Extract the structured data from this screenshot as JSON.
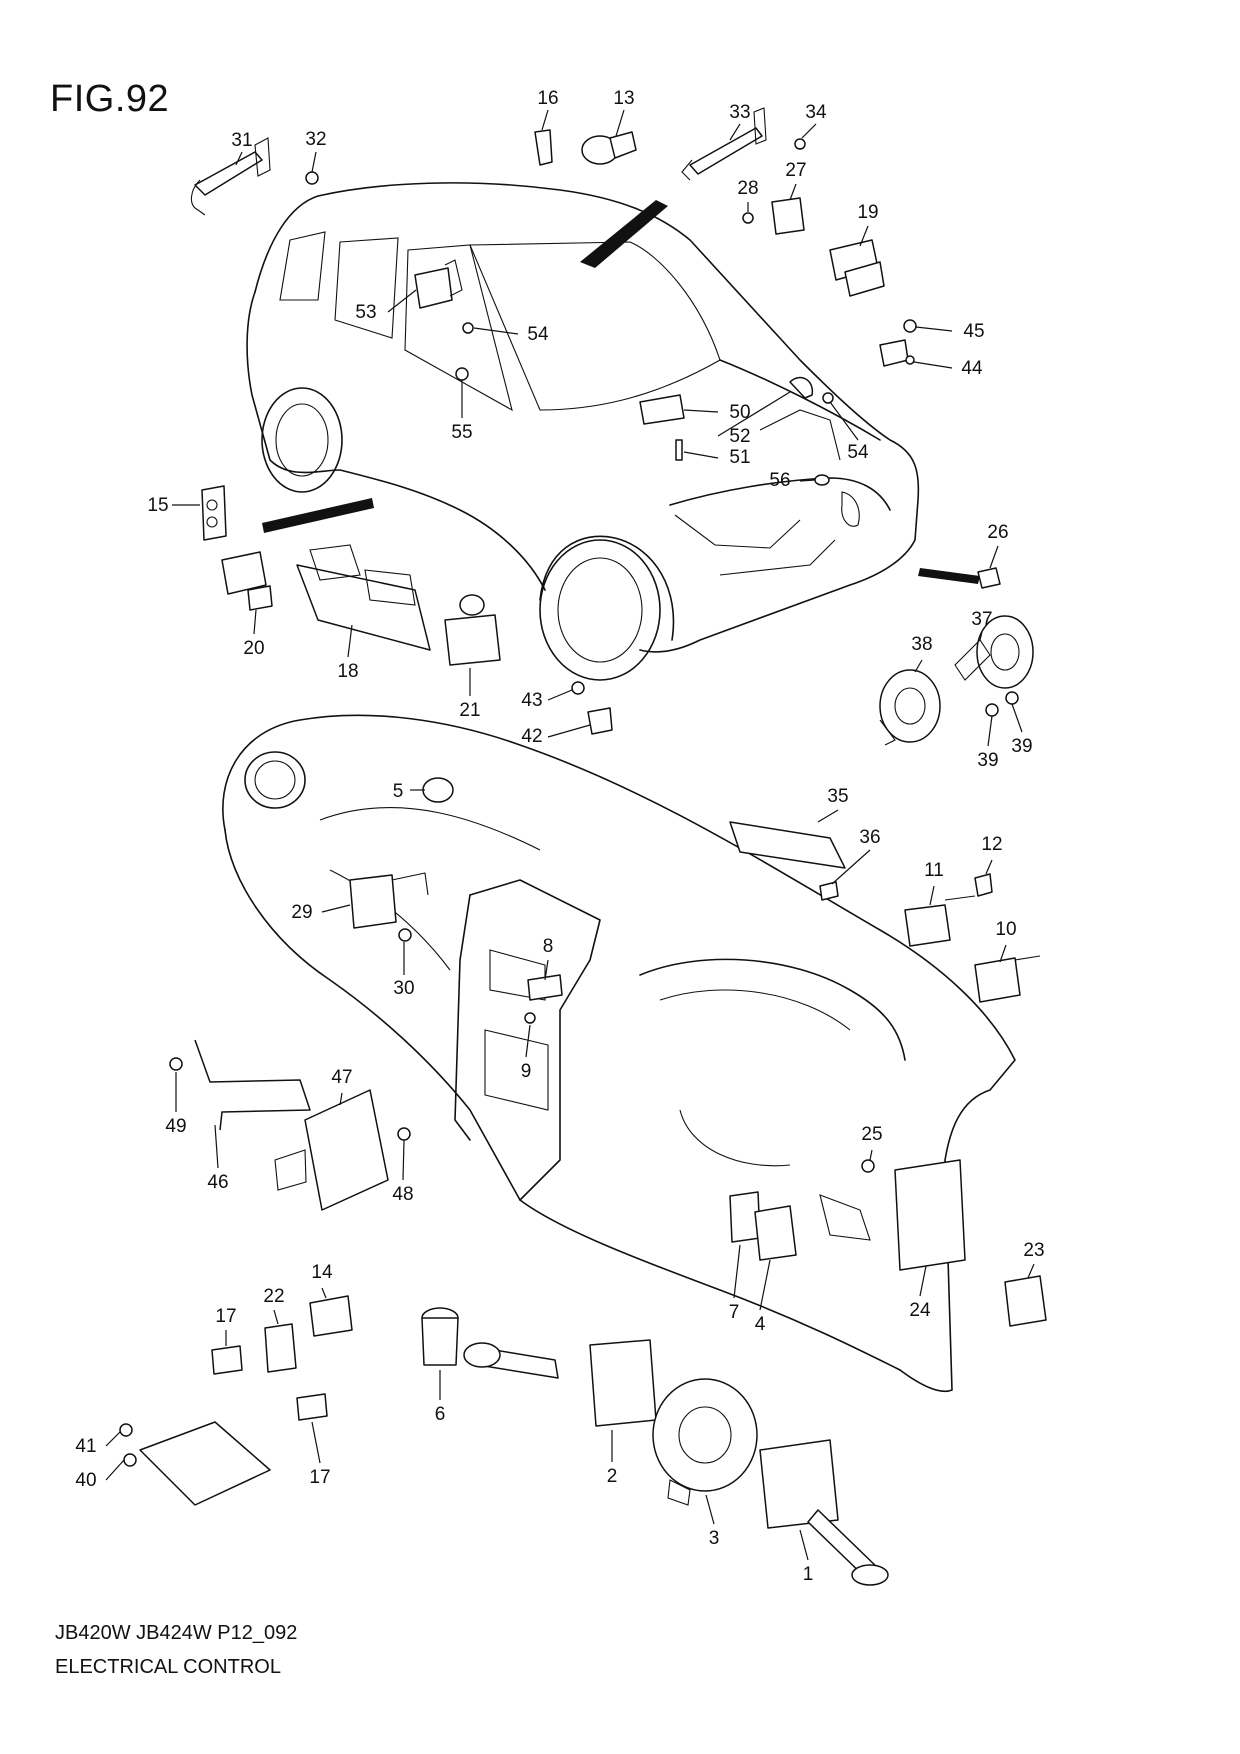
{
  "figure": {
    "title": "FIG.92",
    "model_code": "JB420W JB424W P12_092",
    "section_name": "ELECTRICAL CONTROL"
  },
  "callouts": [
    {
      "num": "1"
    },
    {
      "num": "2"
    },
    {
      "num": "3"
    },
    {
      "num": "4"
    },
    {
      "num": "5"
    },
    {
      "num": "6"
    },
    {
      "num": "7"
    },
    {
      "num": "8"
    },
    {
      "num": "9"
    },
    {
      "num": "10"
    },
    {
      "num": "11"
    },
    {
      "num": "12"
    },
    {
      "num": "13"
    },
    {
      "num": "14"
    },
    {
      "num": "15"
    },
    {
      "num": "16"
    },
    {
      "num": "17"
    },
    {
      "num": "17"
    },
    {
      "num": "18"
    },
    {
      "num": "19"
    },
    {
      "num": "20"
    },
    {
      "num": "21"
    },
    {
      "num": "22"
    },
    {
      "num": "23"
    },
    {
      "num": "24"
    },
    {
      "num": "25"
    },
    {
      "num": "26"
    },
    {
      "num": "27"
    },
    {
      "num": "28"
    },
    {
      "num": "29"
    },
    {
      "num": "30"
    },
    {
      "num": "31"
    },
    {
      "num": "32"
    },
    {
      "num": "33"
    },
    {
      "num": "34"
    },
    {
      "num": "35"
    },
    {
      "num": "36"
    },
    {
      "num": "37"
    },
    {
      "num": "38"
    },
    {
      "num": "39"
    },
    {
      "num": "39"
    },
    {
      "num": "40"
    },
    {
      "num": "41"
    },
    {
      "num": "42"
    },
    {
      "num": "43"
    },
    {
      "num": "44"
    },
    {
      "num": "45"
    },
    {
      "num": "46"
    },
    {
      "num": "47"
    },
    {
      "num": "48"
    },
    {
      "num": "49"
    },
    {
      "num": "50"
    },
    {
      "num": "51"
    },
    {
      "num": "52"
    },
    {
      "num": "53"
    },
    {
      "num": "54"
    },
    {
      "num": "54"
    },
    {
      "num": "55"
    },
    {
      "num": "56"
    }
  ]
}
